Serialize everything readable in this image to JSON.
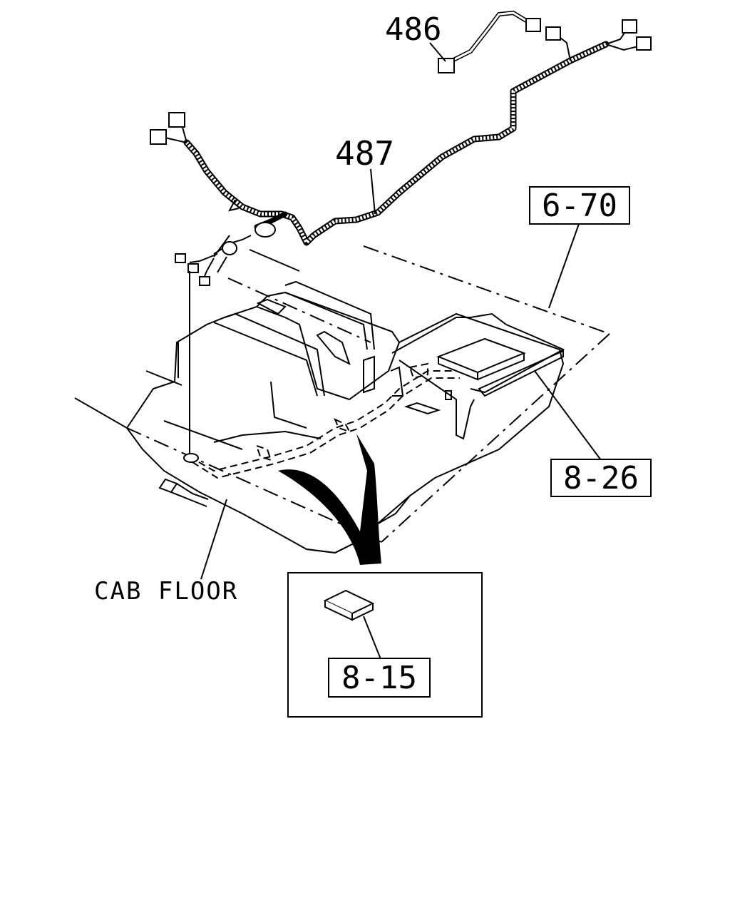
{
  "callouts": {
    "part_486": "486",
    "part_487": "487",
    "ref_6_70": "6-70",
    "ref_8_26": "8-26",
    "ref_8_15": "8-15",
    "cab_floor": "CAB FLOOR"
  }
}
